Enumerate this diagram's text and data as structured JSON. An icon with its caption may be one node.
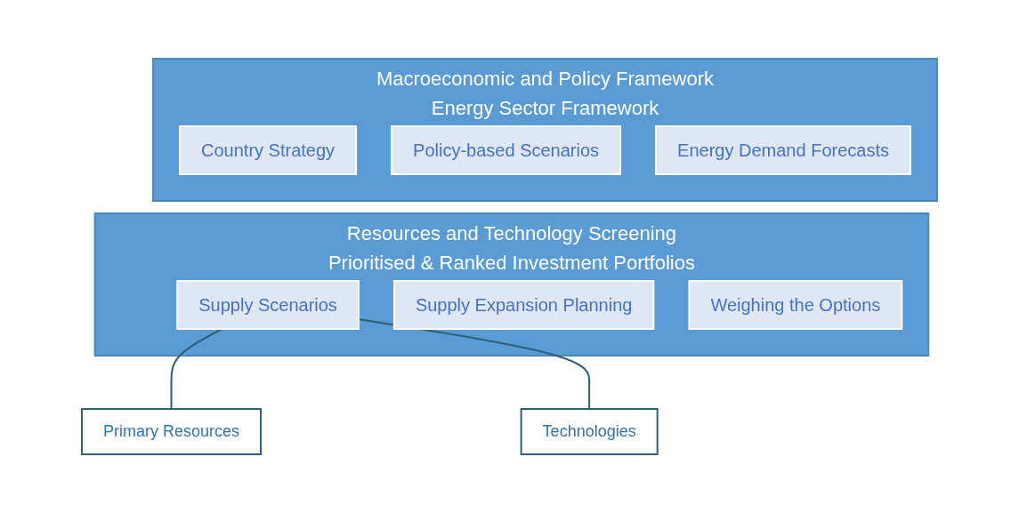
{
  "diagram": {
    "nodes": [
      {
        "text": [
          "Macroeconomic and Policy Framework",
          "Energy Sector Framework"
        ]
      },
      {
        "text": [
          "Country Strategy"
        ],
        "in": 0
      },
      {
        "text": [
          "Policy-based Scenarios"
        ],
        "in": 0
      },
      {
        "text": [
          "Energy Demand Forecasts"
        ],
        "in": 0
      },
      {
        "text": [
          "Resources and Technology Screening",
          "Prioritised & Ranked Investment Portfolios"
        ]
      },
      {
        "text": [
          "Supply Scenarios"
        ],
        "in": 4
      },
      {
        "text": [
          "Supply Expansion Planning"
        ],
        "in": 4
      },
      {
        "text": [
          "Weighing the Options"
        ],
        "in": 4
      },
      {
        "text": [
          "Primary Resources"
        ]
      },
      {
        "text": [
          "Technologies"
        ]
      }
    ],
    "edges": [
      {
        "from": 8,
        "to": 5,
        "arrow": "none"
      },
      {
        "from": 9,
        "to": 5,
        "arrow": "none"
      }
    ]
  }
}
